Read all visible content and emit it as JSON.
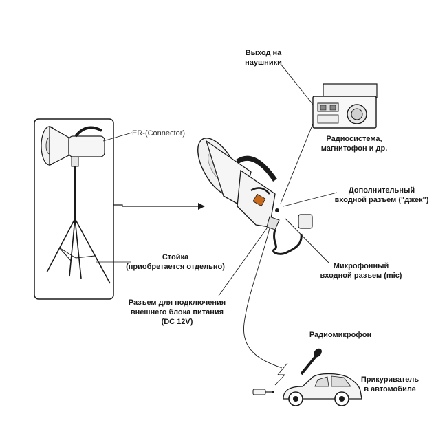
{
  "labels": {
    "headphones": [
      "Выход на",
      "наушники"
    ],
    "radio": [
      "Радиосистема,",
      "магнитофон и др."
    ],
    "connector": "ER-(Connector)",
    "jack": [
      "Дополнительный",
      "входной разъем (\"джек\")"
    ],
    "stand": [
      "Стойка",
      "(приобретается отдельно)"
    ],
    "mic_input": [
      "Микрофонный",
      "входной разъем (mic)"
    ],
    "power": [
      "Разъем для подключения",
      "внешнего блока питания",
      "(DC  12V)"
    ],
    "radio_mic": "Радиомикрофон",
    "lighter": [
      "Прикуриватель",
      "в автомобиле"
    ]
  },
  "colors": {
    "ink": "#1a1a1a",
    "body": "#f4f4f4",
    "accent": "#c76a1c"
  }
}
